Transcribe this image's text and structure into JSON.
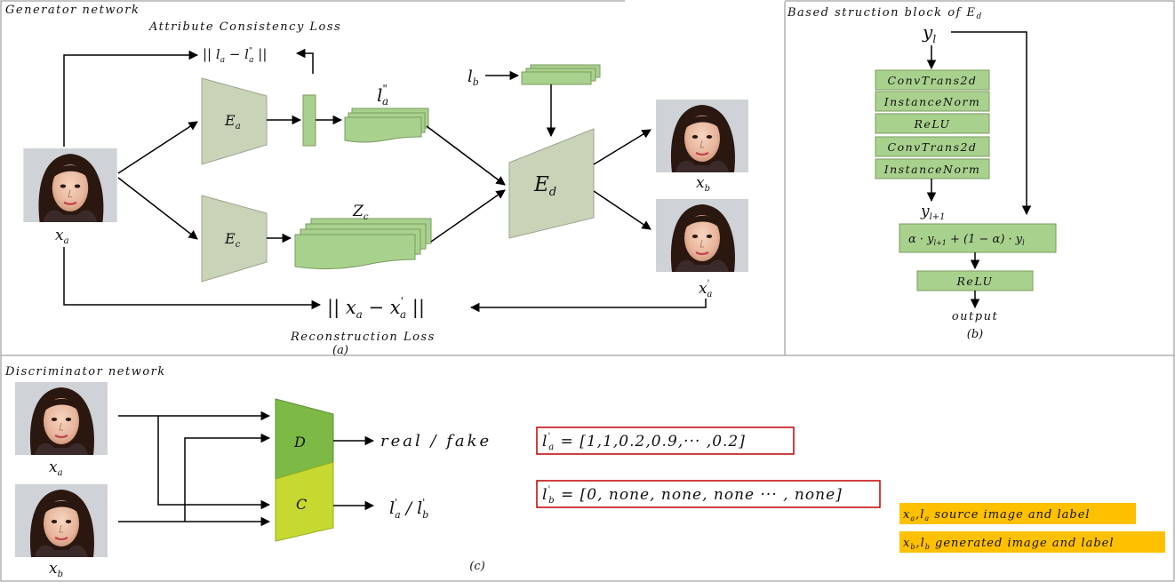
{
  "panel_a": {
    "title": "Generator network",
    "caption": "(a)",
    "attr_loss_label": "Attribute Consistency Loss",
    "recon_loss_label": "Reconstruction Loss",
    "enc_a": "E_a",
    "enc_c": "E_c",
    "decoder": "E_d",
    "feat_la": "l''_a",
    "feat_zc": "Z_c",
    "input_lb": "l_b",
    "input_xa": "x_a",
    "output_xb": "x_b",
    "output_xa_rec": "x'_a"
  },
  "panel_b": {
    "title": "Based struction block of E_d",
    "caption": "(b)",
    "input": "y_l",
    "blocks": [
      "ConvTrans2d",
      "InstanceNorm",
      "ReLU",
      "ConvTrans2d",
      "InstanceNorm"
    ],
    "mid": "y_l+1",
    "mix": "α · y_l+1 + (1 − α) · y_l",
    "relu": "ReLU",
    "output": "output"
  },
  "panel_c": {
    "title": "Discriminator network",
    "caption": "(c)",
    "disc_D": "D",
    "disc_C": "C",
    "out_D": "real / fake",
    "out_C": "l'_a / l'_b",
    "input_xa": "x_a",
    "input_xb": "x_b",
    "la_vec_values": "[1,1,0.2,0.9,··· ,0.2]",
    "lb_vec_values": "[0, none, none, none ··· , none]",
    "legend1_text": "source image and label",
    "legend2_text": "generated image and label"
  },
  "colors": {
    "encoder_fill": "#c8d3b8",
    "feature_fill": "#a9d18e",
    "block_fill": "#a9d18e",
    "disc_D": "#7cba45",
    "disc_C": "#c5d931",
    "legend_bg": "#ffc000",
    "highlight_border": "#c00000"
  }
}
